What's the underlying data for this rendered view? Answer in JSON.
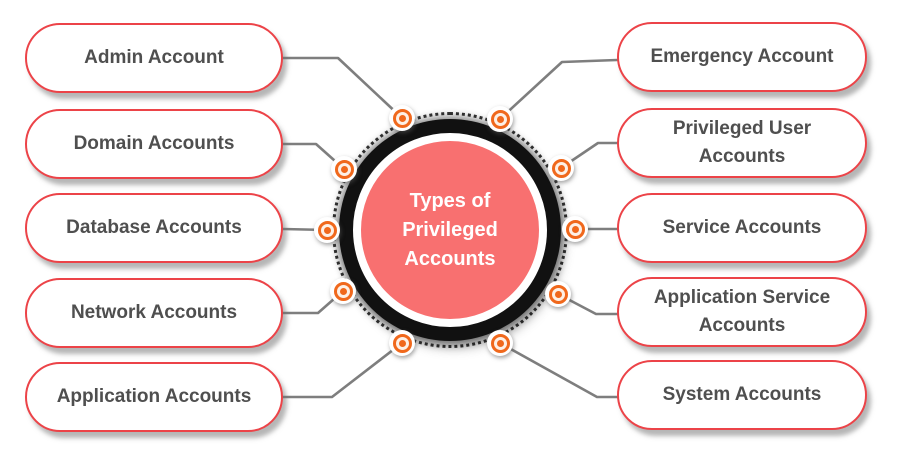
{
  "center": {
    "title": "Types of Privileged Accounts",
    "lines": [
      "Types of",
      "Privileged",
      "Accounts"
    ]
  },
  "left_items": [
    {
      "label": "Admin Account"
    },
    {
      "label": "Domain Accounts"
    },
    {
      "label": "Database Accounts"
    },
    {
      "label": "Network Accounts"
    },
    {
      "label": "Application Accounts"
    }
  ],
  "right_items": [
    {
      "label": "Emergency Account"
    },
    {
      "label": "Privileged User Accounts"
    },
    {
      "label": "Service Accounts"
    },
    {
      "label": "Application Service Accounts"
    },
    {
      "label": "System Accounts"
    }
  ],
  "colors": {
    "node_border": "#ec4348",
    "node_text": "#4f4f4f",
    "center_fill": "#f87070",
    "center_text": "#ffffff",
    "center_ring_outer": "#111111",
    "center_ring_inner": "#ffffff",
    "connector": "#7e7e7e",
    "bullet": "#f0681c",
    "background": "#ffffff"
  }
}
